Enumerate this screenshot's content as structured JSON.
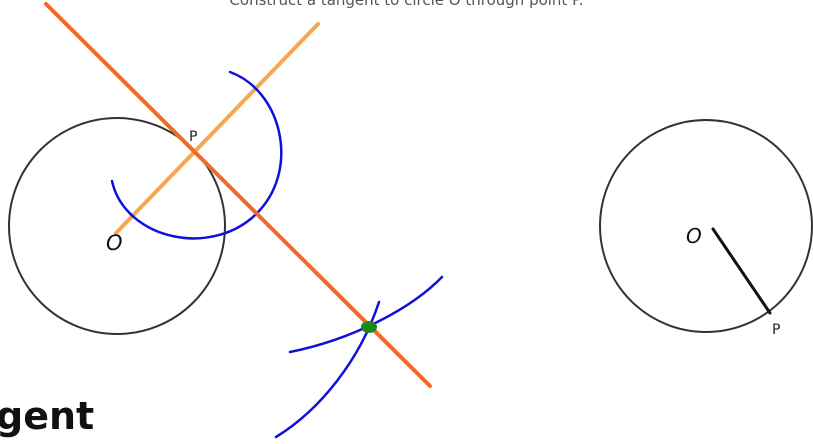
{
  "instruction": "Construct a tangent to circle O through point P.",
  "left_figure": {
    "center_label": "O",
    "point_label": "P"
  },
  "right_figure": {
    "center_label": "O",
    "point_label": "P"
  },
  "handwritten_note": "gent",
  "colors": {
    "circle": "#333333",
    "tangent_line": "#f26a25",
    "radius_extension": "#f7a654",
    "construction_arcs": "#1010d8",
    "intersection_dot": "#1a8a1a",
    "right_radius": "#111111"
  }
}
